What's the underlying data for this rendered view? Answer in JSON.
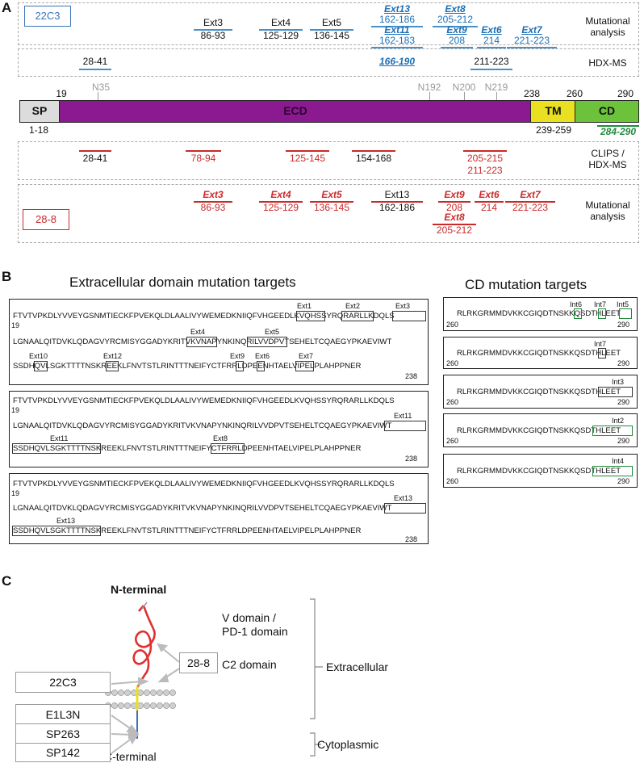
{
  "panelA": {
    "letter": "A",
    "antibody_top": "22C3",
    "antibody_bottom": "28-8",
    "row_labels": {
      "mut_top": "Mutational\nanalysis",
      "hdx_top": "HDX-MS",
      "clips": "CLIPS /\nHDX-MS",
      "mut_bottom": "Mutational\nanalysis"
    },
    "mut_top": [
      {
        "name": "Ext3",
        "range": "86-93"
      },
      {
        "name": "Ext4",
        "range": "125-129"
      },
      {
        "name": "Ext5",
        "range": "136-145"
      },
      {
        "name": "Ext13",
        "range": "162-186"
      },
      {
        "name": "Ext11",
        "range": "162-183"
      },
      {
        "name": "Ext8",
        "range": "205-212"
      },
      {
        "name": "Ext9",
        "range": "208"
      },
      {
        "name": "Ext6",
        "range": "214"
      },
      {
        "name": "Ext7",
        "range": "221-223"
      }
    ],
    "hdx_top": [
      "28-41",
      "166-190",
      "211-223"
    ],
    "bar": {
      "sp": "SP",
      "ecd": "ECD",
      "tm": "TM",
      "cd": "CD",
      "n19": "19",
      "n238": "238",
      "n260": "260",
      "n290": "290",
      "sp_range": "1-18",
      "tm_range": "239-259",
      "cd_range": "284-290",
      "glyco": [
        "N35",
        "N192",
        "N200",
        "N219"
      ],
      "colors": {
        "sp": "#dcdcdc",
        "ecd": "#8b1a91",
        "tm": "#e8e020",
        "cd": "#6cc23a"
      }
    },
    "clips": [
      "28-41",
      "78-94",
      "125-145",
      "154-168",
      "205-215",
      "211-223"
    ],
    "mut_bottom": [
      {
        "name": "Ext3",
        "range": "86-93"
      },
      {
        "name": "Ext4",
        "range": "125-129"
      },
      {
        "name": "Ext5",
        "range": "136-145"
      },
      {
        "name": "Ext13",
        "range": "162-186"
      },
      {
        "name": "Ext9",
        "range": "208"
      },
      {
        "name": "Ext8",
        "range": "205-212"
      },
      {
        "name": "Ext6",
        "range": "214"
      },
      {
        "name": "Ext7",
        "range": "221-223"
      }
    ]
  },
  "panelB": {
    "letter": "B",
    "title_left": "Extracellular domain mutation targets",
    "title_right": "CD mutation targets",
    "n19": "19",
    "n238": "238",
    "n260": "260",
    "n290": "290",
    "box1": {
      "line1": "FTVTVPKDLYVVEYGSNMTIECKFPVEKQLDLAALIVYWEMEDKNIIQFVHGEEDLKVQHSSYRQRARLLKDQLS",
      "line2": "LGNAALQITDVKLQDAGVYRCMISYGGADYKRITVKVNAPYNKINQRILVVDPVTSEHELTCQAEGYPKAEVIWT",
      "line3": "SSDHQVLSGKTTTTNSKREEKLFNVTSTLRINTTTNEIFYCTFRRLDPEENHTAELVIPELPLAHPPNER",
      "tags": [
        "Ext1",
        "Ext2",
        "Ext3",
        "Ext4",
        "Ext5",
        "Ext10",
        "Ext12",
        "Ext9",
        "Ext6",
        "Ext7"
      ]
    },
    "box2": {
      "line1": "FTVTVPKDLYVVEYGSNMTIECKFPVEKQLDLAALIVYWEMEDKNIIQFVHGEEDLKVQHSSYRQRARLLKDQLS",
      "line2": "LGNAALQITDVKLQDAGVYRCMISYGGADYKRITVKVNAPYNKINQRILVVDPVTSEHELTCQAEGYPKAEVIWT",
      "line3": "SSDHQVLSGKTTTTNSKREEKLFNVTSTLRINTTTNEIFYCTFRRLDPEENHTAELVIPELPLAHPPNER",
      "tags": [
        "Ext11",
        "Ext11",
        "Ext8"
      ]
    },
    "box3": {
      "line1": "FTVTVPKDLYVVEYGSNMTIECKFPVEKQLDLAALIVYWEMEDKNIIQFVHGEEDLKVQHSSYRQRARLLKDQLS",
      "line2": "LGNAALQITDVKLQDAGVYRCMISYGGADYKRITVKVNAPYNKINQRILVVDPVTSEHELTCQAEGYPKAEVIWT",
      "line3": "SSDHQVLSGKTTTTNSKREEKLFNVTSTLRINTTTNEIFYCTFRRLDPEENHTAELVIPELPLAHPPNER",
      "tags": [
        "Ext13",
        "Ext13"
      ]
    },
    "cd_seq": "RLRKGRMMDVKKCGIQDTNSKKQSDTHLEET",
    "cd_tags": [
      [
        "Int6",
        "Int7",
        "Int5"
      ],
      [
        "Int7"
      ],
      [
        "Int3"
      ],
      [
        "Int2"
      ],
      [
        "Int4"
      ]
    ]
  },
  "panelC": {
    "letter": "C",
    "n_terminal": "N-terminal",
    "c_terminal": "C-terminal",
    "v_domain": "V domain /\nPD-1 domain",
    "c2_domain": "C2 domain",
    "extracellular": "Extracellular",
    "cytoplasmic": "Cytoplasmic",
    "antibodies": [
      "28-8",
      "22C3",
      "E1L3N",
      "SP263",
      "SP142"
    ]
  }
}
